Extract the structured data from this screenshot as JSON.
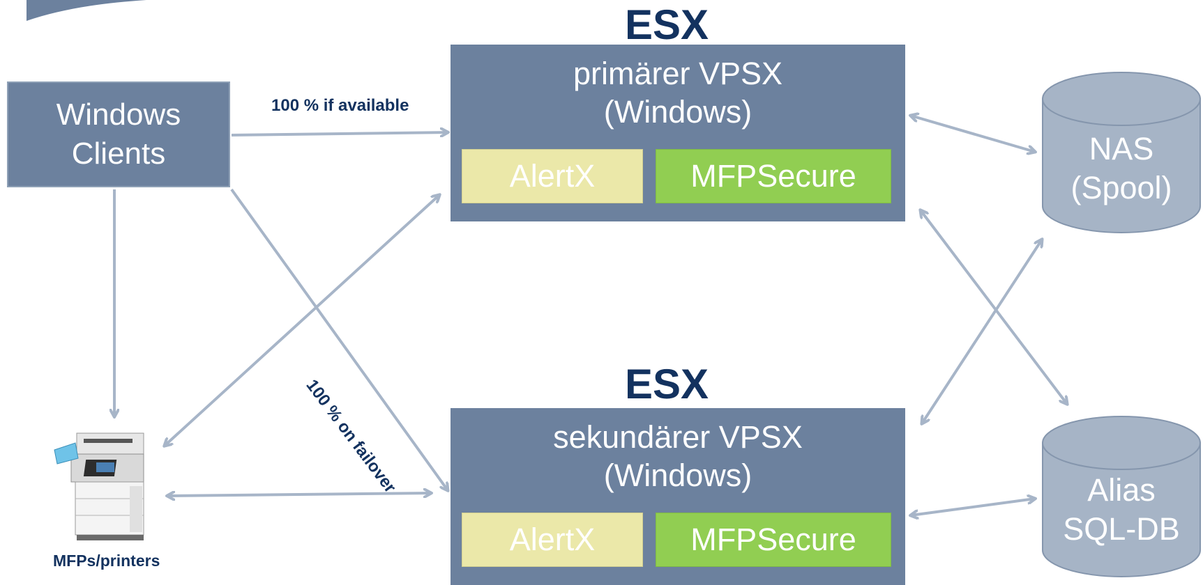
{
  "esx_top": "ESX",
  "esx_bottom": "ESX",
  "windows_clients": "Windows\nClients",
  "primary": {
    "title": "primärer VPSX\n(Windows)",
    "alertx": "AlertX",
    "mfpsecure": "MFPSecure"
  },
  "secondary": {
    "title": "sekundärer VPSX\n(Windows)",
    "alertx": "AlertX",
    "mfpsecure": "MFPSecure"
  },
  "nas": "NAS\n(Spool)",
  "sql": "Alias\nSQL-DB",
  "label_available": "100 % if available",
  "label_failover": "100 % on failover",
  "printers_label": "MFPs/printers",
  "colors": {
    "box": "#6c819e",
    "cylinder": "#a6b4c6",
    "arrow": "#a7b5c8",
    "alertx": "#ebe8a9",
    "mfpsecure": "#91ce52",
    "heading": "#13325f"
  }
}
